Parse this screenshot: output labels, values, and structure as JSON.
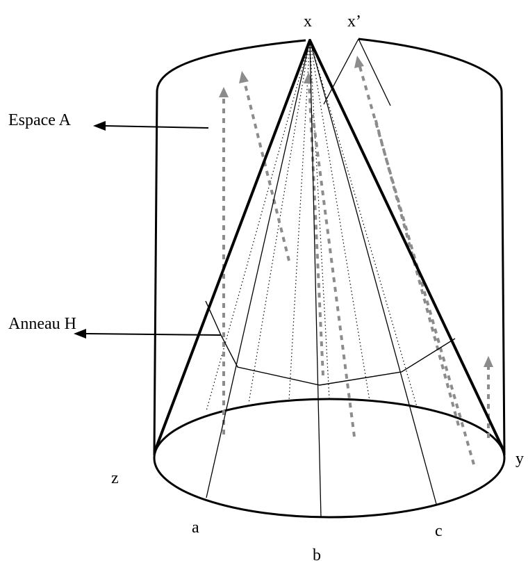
{
  "labels": {
    "apex": "x",
    "apex_prime": "x’",
    "espace": "Espace A",
    "anneau": "Anneau H",
    "left_base": "z",
    "right_base": "y",
    "point_a": "a",
    "point_b": "b",
    "point_c": "c"
  },
  "colors": {
    "line": "#000000",
    "flow_arrows": "#8c8c8c",
    "background": "#ffffff"
  }
}
